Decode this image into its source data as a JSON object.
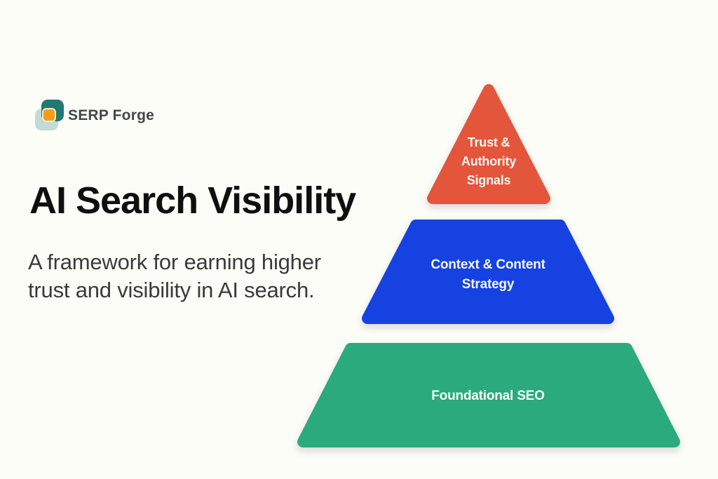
{
  "colors": {
    "background": "#FDFDF7",
    "logo_teal": "#207A71",
    "logo_pale": "#C3DAD5",
    "logo_orange": "#F49D19",
    "level_top": "#E4573A",
    "level_middle": "#1443E2",
    "level_bottom": "#2BAA7D"
  },
  "brand": {
    "name": "SERP Forge"
  },
  "headline": {
    "title": "AI Search Visibility",
    "subtitle": "A framework for earning higher trust and visibility in AI search."
  },
  "pyramid": {
    "levels": [
      {
        "id": "trust-authority-signals",
        "label": "Trust & Authority Signals",
        "color": "#E4573A"
      },
      {
        "id": "context-content-strategy",
        "label": "Context & Content Strategy",
        "color": "#1443E2"
      },
      {
        "id": "foundational-seo",
        "label": "Foundational SEO",
        "color": "#2BAA7D"
      }
    ]
  }
}
